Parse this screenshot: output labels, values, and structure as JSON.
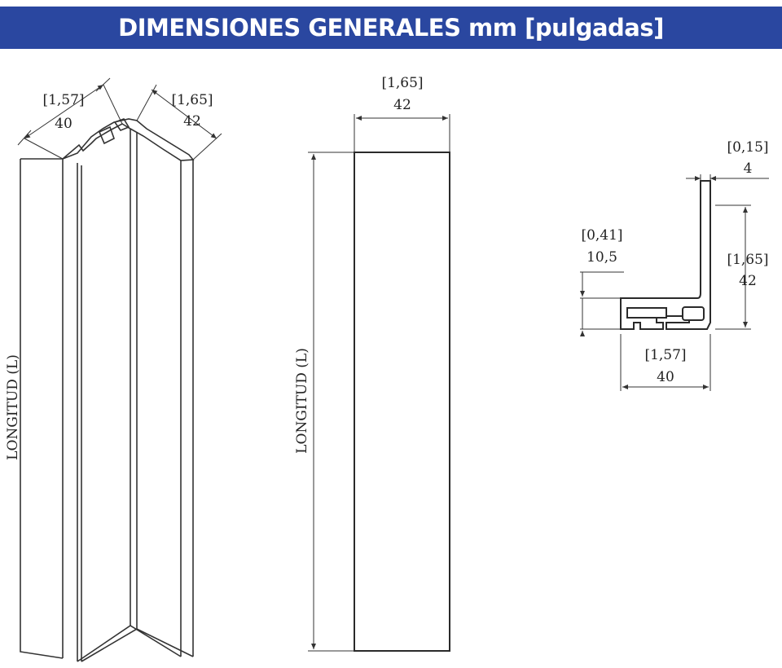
{
  "header": {
    "title": "DIMENSIONES GENERALES mm [pulgadas]",
    "color": "#2a47a0"
  },
  "iso_view": {
    "dim_a": {
      "inch": "[1,57]",
      "mm": "40"
    },
    "dim_b": {
      "inch": "[1,65]",
      "mm": "42"
    },
    "length_label": "LONGITUD (L)"
  },
  "front_view": {
    "width": {
      "inch": "[1,65]",
      "mm": "42"
    },
    "length_label": "LONGITUD (L)"
  },
  "section_view": {
    "thickness": {
      "inch": "[0,15]",
      "mm": "4"
    },
    "height": {
      "inch": "[1,65]",
      "mm": "42"
    },
    "offset": {
      "inch": "[0,41]",
      "mm": "10,5"
    },
    "width": {
      "inch": "[1,57]",
      "mm": "40"
    }
  }
}
